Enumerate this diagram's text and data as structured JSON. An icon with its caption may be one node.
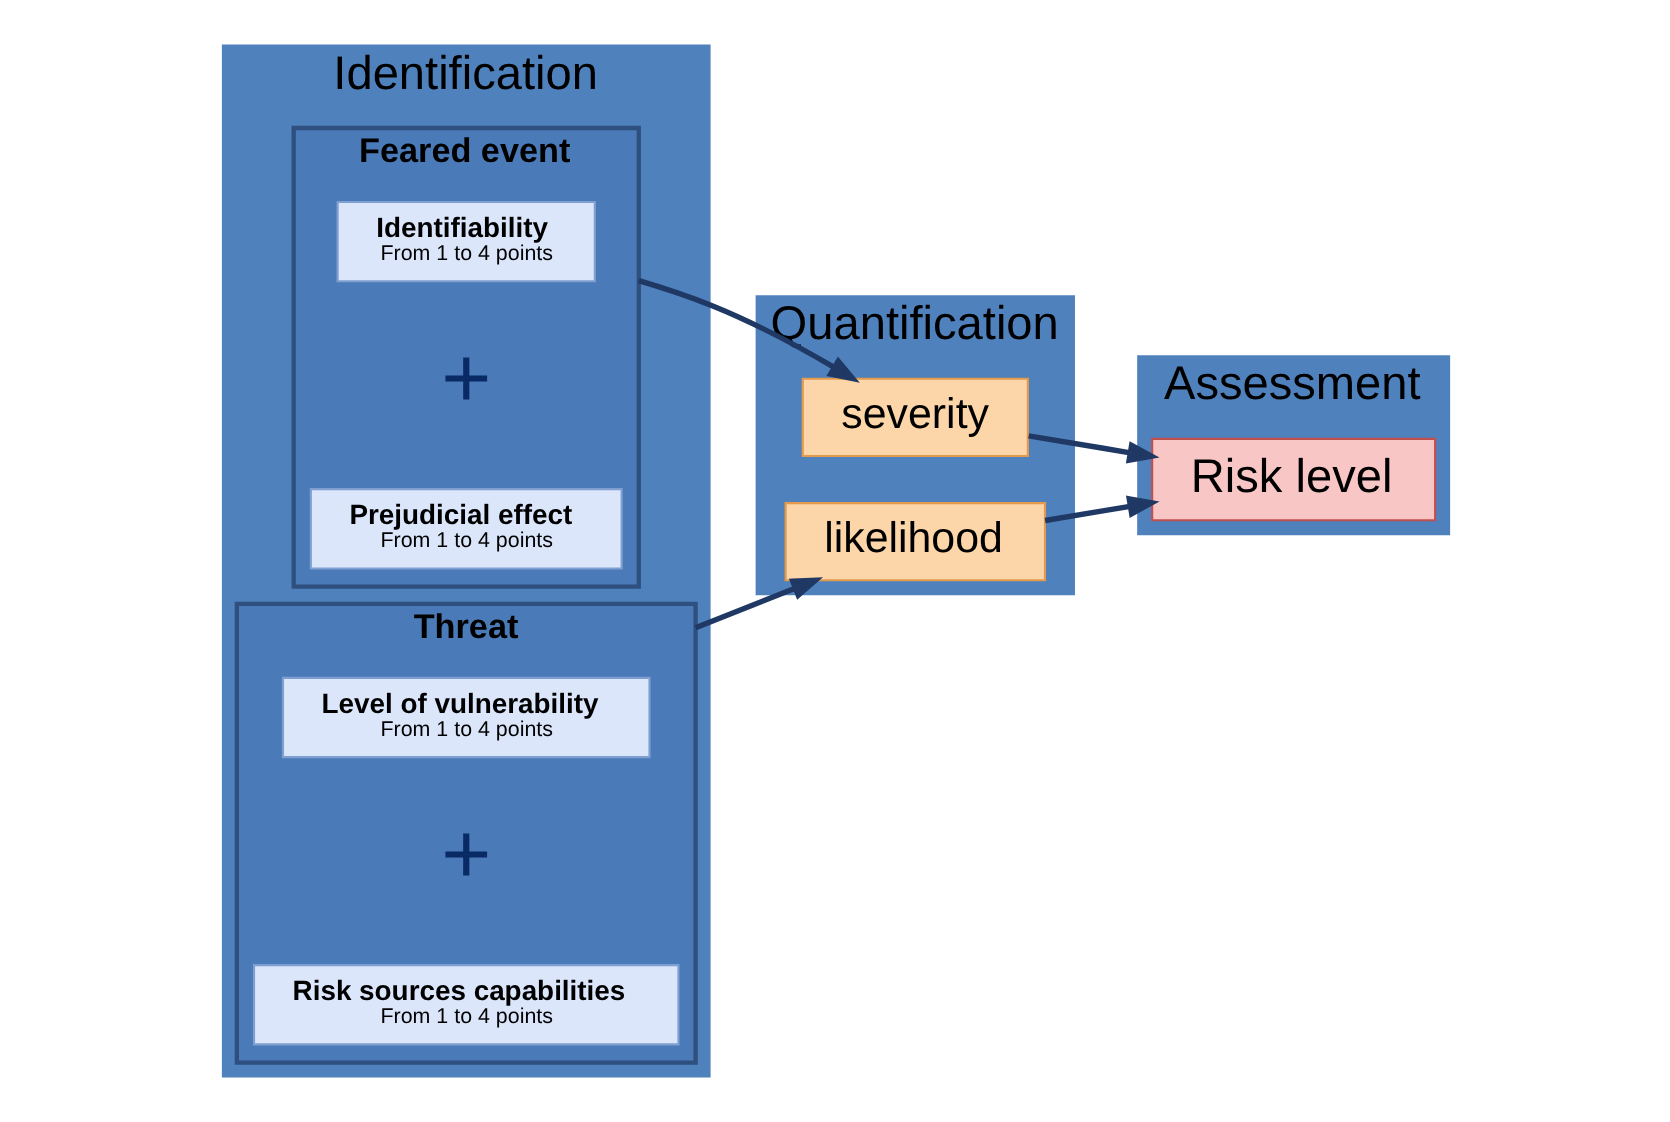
{
  "diagram": {
    "nodes": [
      {
        "text": [
          "Identification"
        ]
      },
      {
        "text": [
          "Quantification"
        ]
      },
      {
        "text": [
          "Assessment"
        ]
      },
      {
        "text": [
          "Feared event"
        ],
        "in": 0
      },
      {
        "text": [
          "Identifiability",
          "From 1 to 4 points"
        ],
        "in": 3
      },
      {
        "text": [
          "Prejudicial effect",
          "From 1 to 4 points"
        ],
        "in": 3
      },
      {
        "text": [
          "Threat"
        ],
        "in": 0
      },
      {
        "text": [
          "Level of vulnerability",
          "From 1 to 4 points"
        ],
        "in": 6
      },
      {
        "text": [
          "Risk sources capabilities",
          "From 1 to 4 points"
        ],
        "in": 6
      },
      {
        "text": [
          "severity"
        ],
        "in": 1
      },
      {
        "text": [
          "likelihood"
        ],
        "in": 1
      },
      {
        "text": [
          "Risk level"
        ],
        "in": 2
      }
    ],
    "edges": [
      {
        "from": 3,
        "to": 9,
        "arrow": "to"
      },
      {
        "from": 6,
        "to": 10,
        "arrow": "to"
      },
      {
        "from": 9,
        "to": 11,
        "arrow": "to"
      },
      {
        "from": 10,
        "to": 11,
        "arrow": "to"
      }
    ],
    "labels": [
      "+",
      "+"
    ]
  }
}
